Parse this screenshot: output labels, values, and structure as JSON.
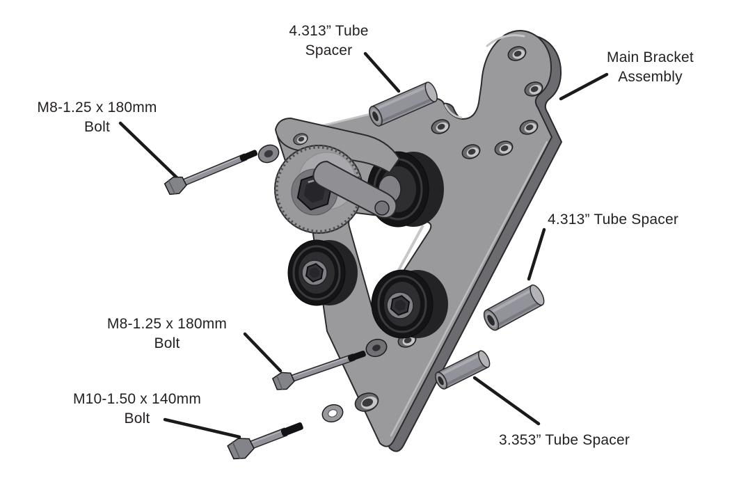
{
  "diagram": {
    "kind": "exploded-assembly-diagram",
    "subject": "Main Bracket Assembly with tube spacers, bolts and washers"
  },
  "labels": [
    {
      "id": "tube-spacer-top",
      "text": "4.313” Tube\nSpacer"
    },
    {
      "id": "main-bracket-assembly",
      "text": "Main Bracket\nAssembly"
    },
    {
      "id": "m8-bolt-upper",
      "text": "M8-1.25 x 180mm\nBolt"
    },
    {
      "id": "tube-spacer-right",
      "text": "4.313” Tube Spacer"
    },
    {
      "id": "m8-bolt-lower",
      "text": "M8-1.25 x 180mm\nBolt"
    },
    {
      "id": "m10-bolt",
      "text": "M10-1.50 x 140mm\nBolt"
    },
    {
      "id": "tube-spacer-bottom",
      "text": "3.353” Tube Spacer"
    }
  ],
  "colors": {
    "background": "#ffffff",
    "text": "#231f20",
    "leader": "#1a1a1a",
    "plate": "#9a9a9d",
    "plate_side": "#6c6c70",
    "plate_light": "#c6c6c9",
    "outline": "#2a2a2d",
    "metal": "#92929a",
    "metal_dark": "#6f6f74",
    "metal_light": "#b4b4b8",
    "roller_dark": "#141416",
    "roller_mid": "#2e2e31",
    "hub": "#808086",
    "thread": "#121214"
  }
}
